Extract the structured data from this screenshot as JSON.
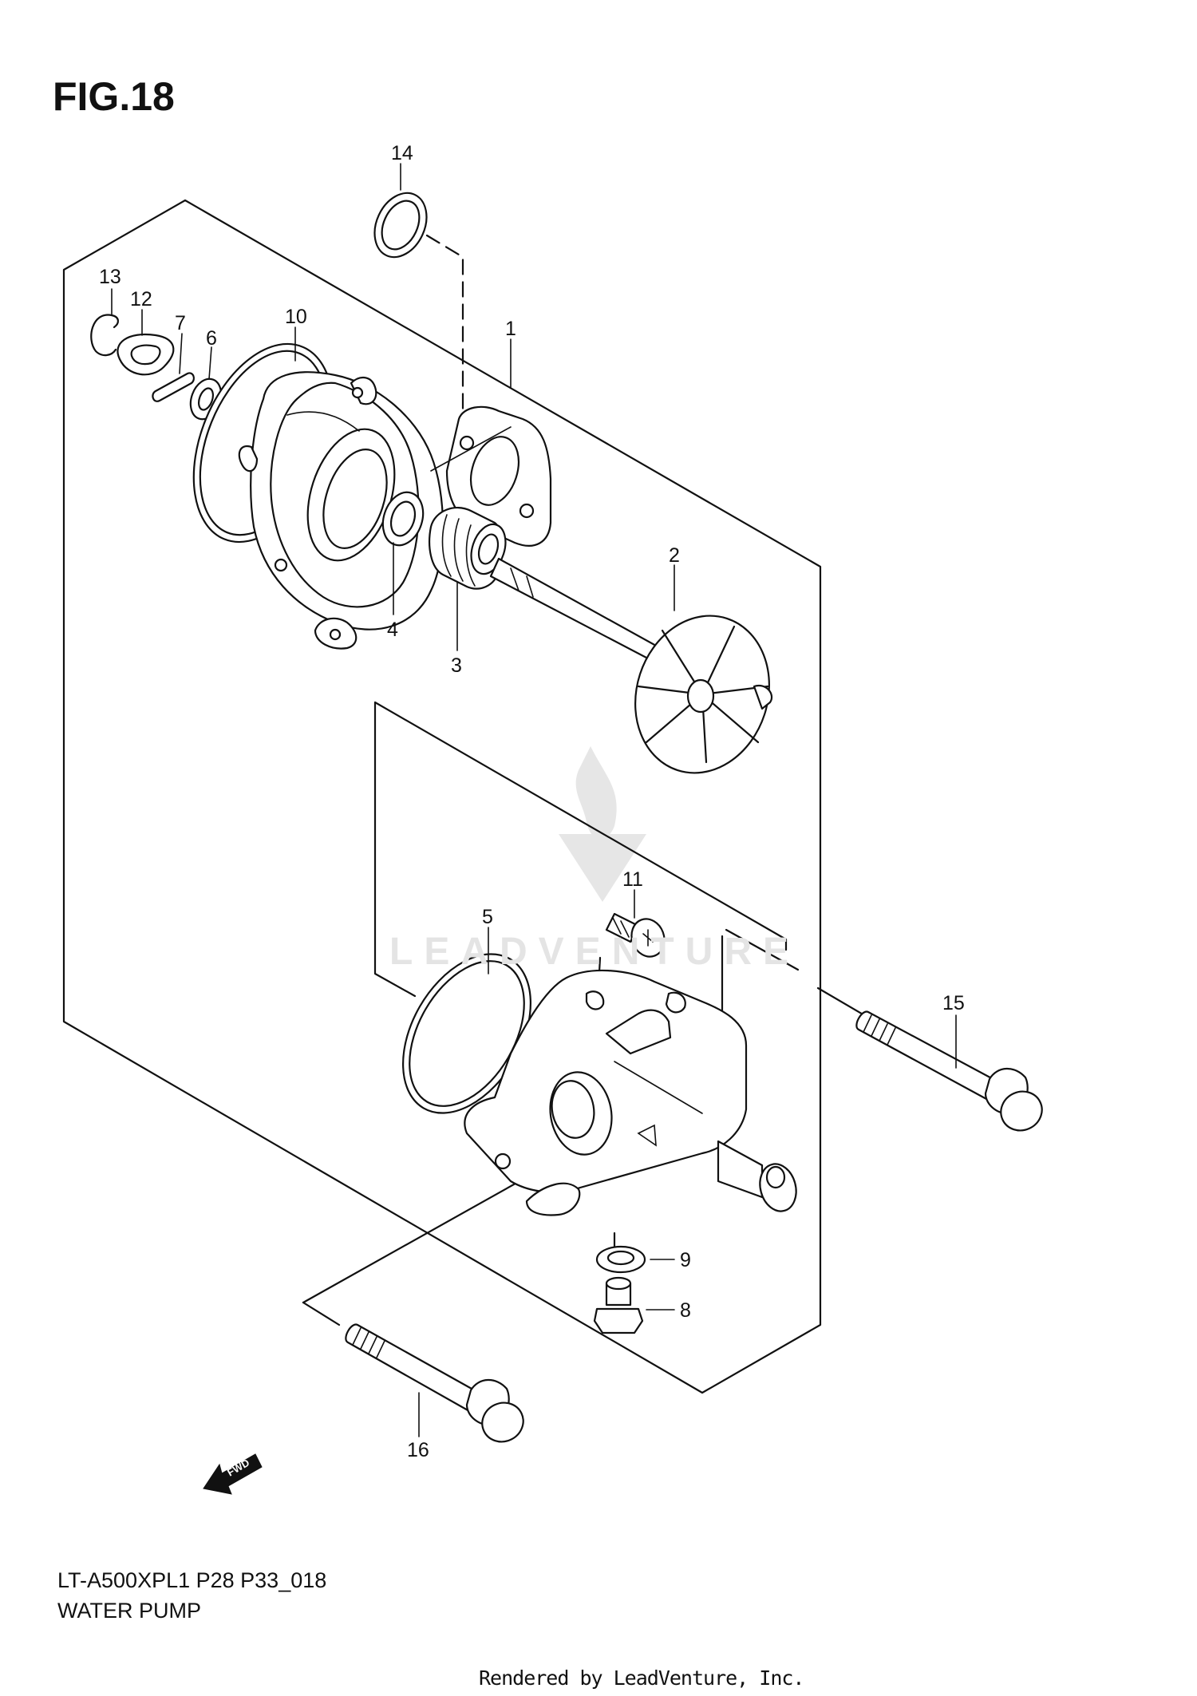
{
  "figure_title": "FIG.18",
  "model_code": "LT-A500XPL1 P28 P33_018",
  "section_name": "WATER PUMP",
  "credit": "Rendered by LeadVenture, Inc.",
  "watermark": "LEADVENTURE",
  "fwd_label": "FWD",
  "callouts": {
    "c1": "1",
    "c2": "2",
    "c3": "3",
    "c4": "4",
    "c5": "5",
    "c6": "6",
    "c7": "7",
    "c8": "8",
    "c9": "9",
    "c10": "10",
    "c11": "11",
    "c12": "12",
    "c13": "13",
    "c14": "14",
    "c15": "15",
    "c16": "16"
  }
}
